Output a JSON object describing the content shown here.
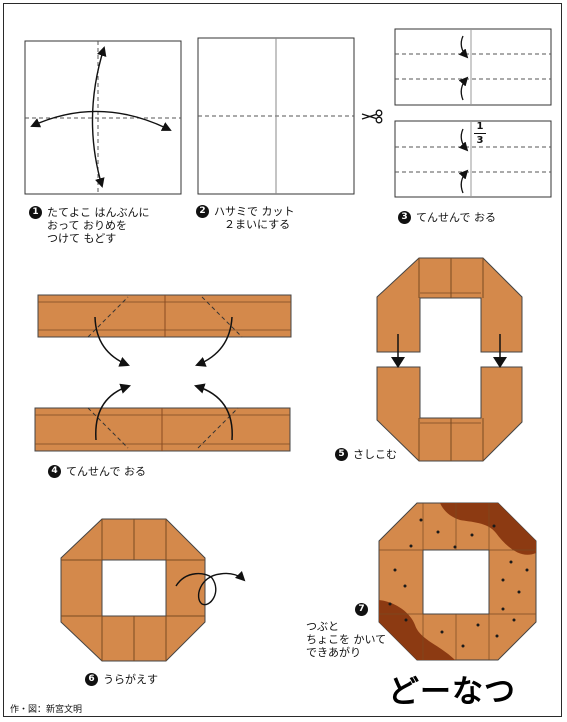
{
  "title": "どーなつ",
  "credit": "作・図：新宮文明",
  "fraction": {
    "numerator": "1",
    "denominator": "3"
  },
  "colors": {
    "paper": "#d4894b",
    "line": "#333333",
    "chocolate": "#8c3a12",
    "sprinkle": "#1a1a1a"
  },
  "steps": [
    {
      "number": "1",
      "lines": [
        "たてよこ はんぶんに",
        "おって おりめを",
        "つけて もどす"
      ]
    },
    {
      "number": "2",
      "lines": [
        "ハサミで カット",
        "２まいにする"
      ]
    },
    {
      "number": "3",
      "lines": [
        "てんせんで おる"
      ]
    },
    {
      "number": "4",
      "lines": [
        "てんせんで おる"
      ]
    },
    {
      "number": "5",
      "lines": [
        "さしこむ"
      ]
    },
    {
      "number": "6",
      "lines": [
        "うらがえす"
      ]
    },
    {
      "number": "7",
      "lines": [
        "つぶと",
        "ちょこを かいて",
        "できあがり"
      ]
    }
  ],
  "icons": [
    "scissors-icon",
    "fold-arrow-icon",
    "turn-over-icon",
    "insert-arrow-icon"
  ]
}
